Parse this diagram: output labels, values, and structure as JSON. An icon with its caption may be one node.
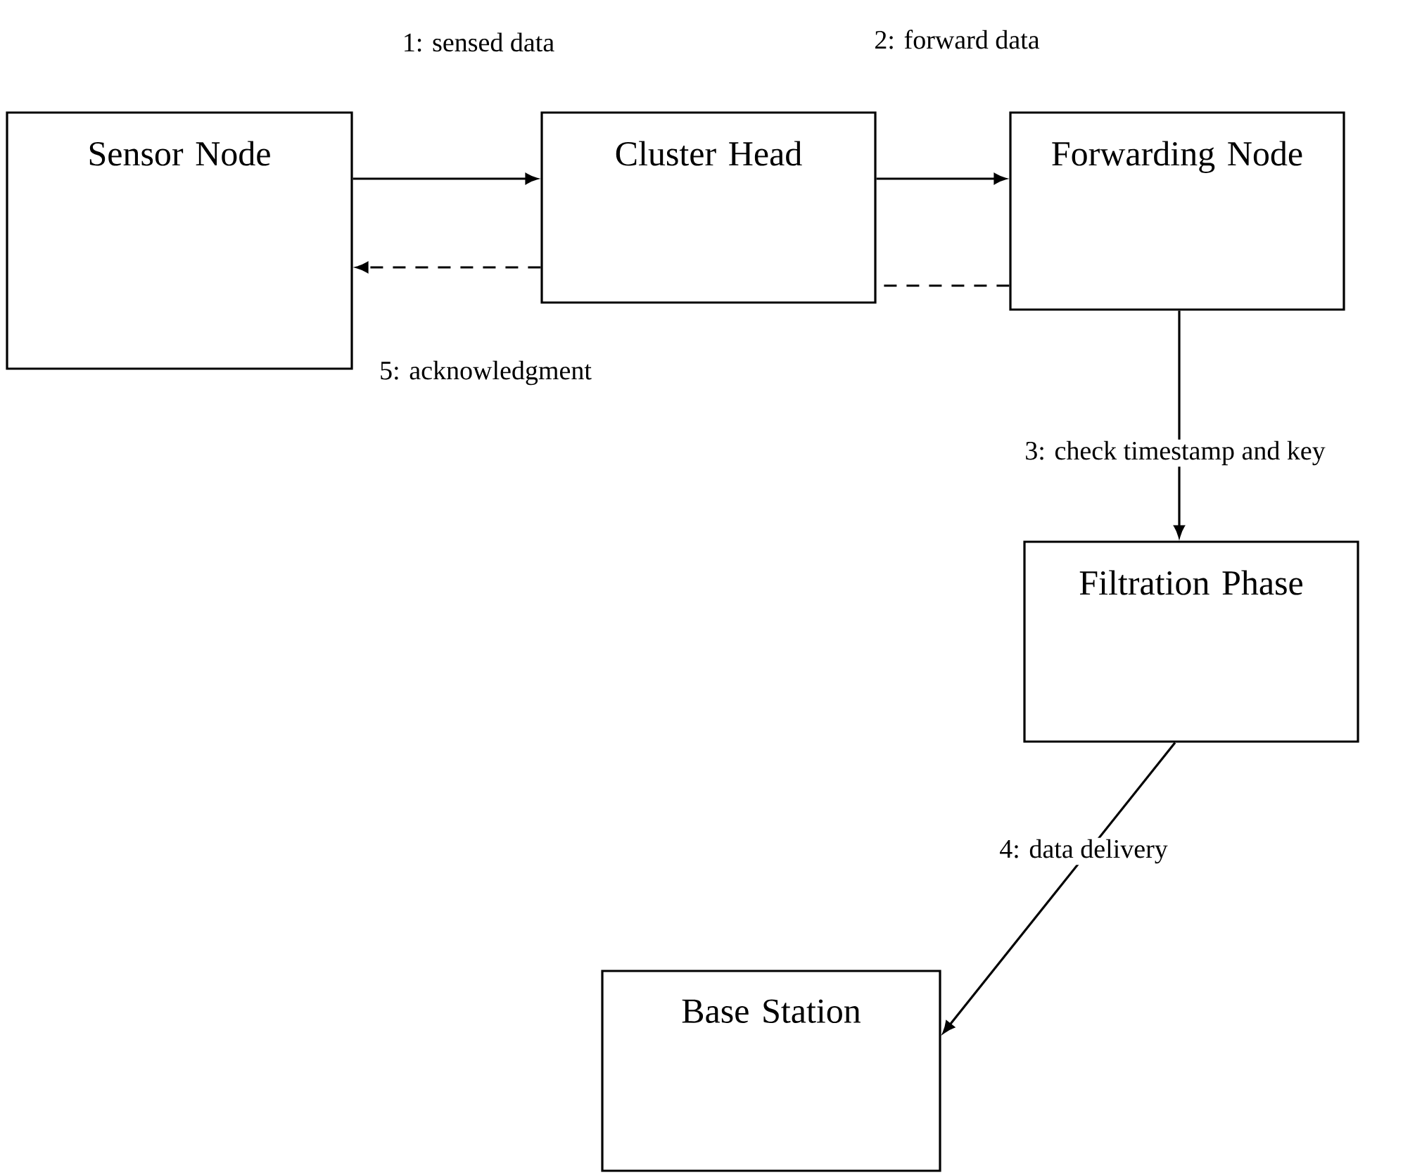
{
  "diagram": {
    "nodes": [
      {
        "text": [
          "Sensor Node"
        ]
      },
      {
        "text": [
          "Cluster Head"
        ]
      },
      {
        "text": [
          "Forwarding Node"
        ]
      },
      {
        "text": [
          "Filtration Phase"
        ]
      },
      {
        "text": [
          "Base Station"
        ]
      }
    ],
    "edges": [
      {
        "from": 0,
        "to": 1,
        "arrow": "to",
        "label": "1: sensed data"
      },
      {
        "from": 1,
        "to": 2,
        "arrow": "to",
        "label": "2: forward data"
      },
      {
        "from": 2,
        "to": 3,
        "arrow": "to",
        "label": "3: check timestamp and key"
      },
      {
        "from": 3,
        "to": 4,
        "arrow": "to",
        "label": "4: data delivery"
      },
      {
        "from": 2,
        "to": 1,
        "arrow": "none",
        "style": "dashed"
      },
      {
        "from": 1,
        "to": 0,
        "arrow": "to",
        "style": "dashed",
        "label": "5: acknowledgment"
      }
    ]
  }
}
